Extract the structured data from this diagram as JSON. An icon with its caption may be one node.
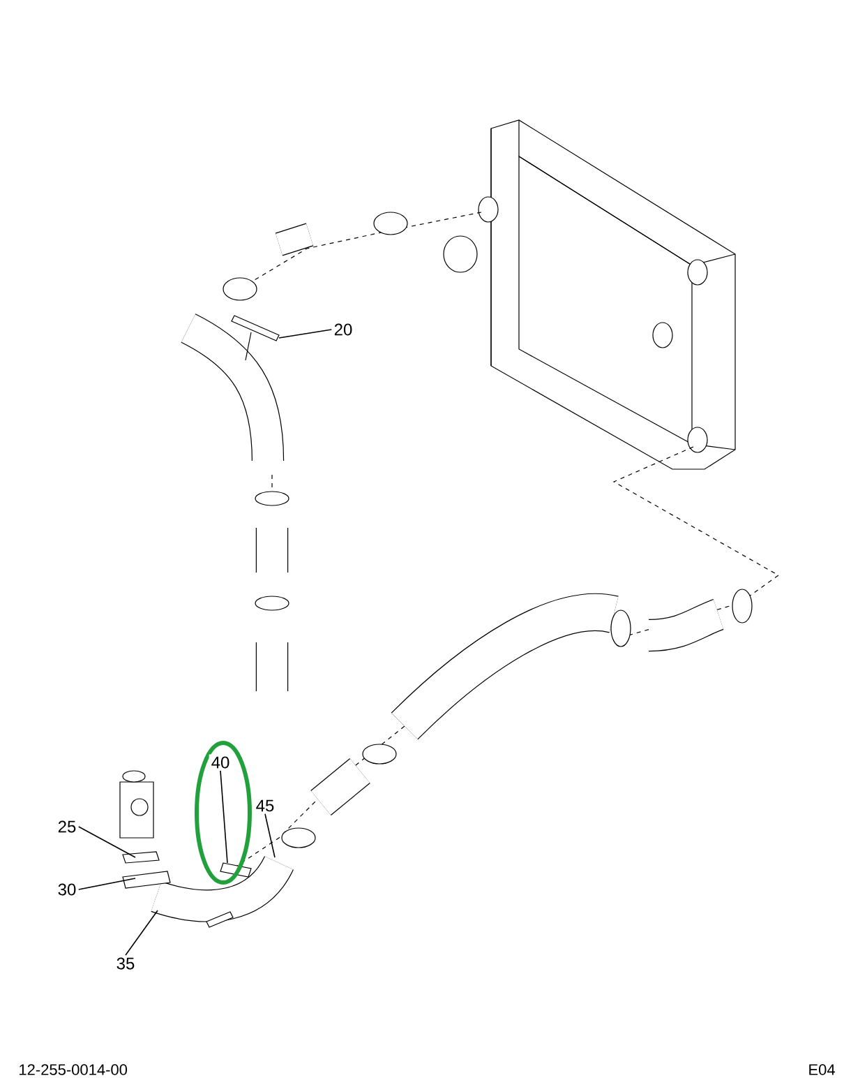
{
  "diagram": {
    "nodes": [
      {
        "text": [
          "20"
        ]
      },
      {
        "text": [
          "40"
        ]
      },
      {
        "text": [
          "25"
        ]
      },
      {
        "text": [
          "45"
        ]
      },
      {
        "text": [
          "30"
        ]
      },
      {
        "text": [
          "35"
        ]
      }
    ],
    "edges": [
      {
        "from": 0,
        "to": null,
        "arrow": "none"
      },
      {
        "from": 1,
        "to": null,
        "arrow": "none"
      },
      {
        "from": 2,
        "to": null,
        "arrow": "none"
      },
      {
        "from": 3,
        "to": null,
        "arrow": "none"
      },
      {
        "from": 4,
        "to": null,
        "arrow": "none"
      },
      {
        "from": 5,
        "to": null,
        "arrow": "none"
      }
    ],
    "labels": [
      "12-255-0014-00",
      "E04"
    ]
  }
}
